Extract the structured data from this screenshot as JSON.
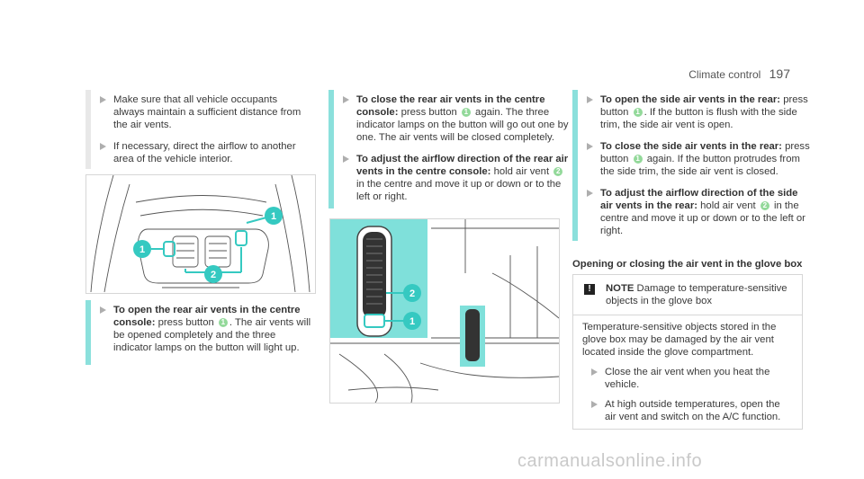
{
  "header": {
    "section": "Climate control",
    "page": "197"
  },
  "col1": {
    "items": [
      {
        "text": "Make sure that all vehicle occupants always maintain a sufficient distance from the air vents."
      },
      {
        "text": "If necessary, direct the airflow to another area of the vehicle interior."
      }
    ],
    "callouts": [
      "1",
      "1",
      "2"
    ],
    "step": {
      "title": "To open the rear air vents in the centre console:",
      "before": "press button",
      "num": "1",
      "after": ". The air vents will be opened completely and the three indicator lamps on the button will light up."
    }
  },
  "col2": {
    "steps": [
      {
        "title": "To close the rear air vents in the centre console:",
        "before": "press button",
        "num": "1",
        "after": "again. The three indicator lamps on the button will go out one by one. The air vents will be closed completely."
      },
      {
        "title": "To adjust the airflow direction of the rear air vents in the centre console:",
        "before": "hold air vent",
        "num": "2",
        "after": "in the centre and move it up or down or to the left or right."
      }
    ],
    "callouts": [
      "2",
      "1"
    ]
  },
  "col3": {
    "steps": [
      {
        "title": "To open the side air vents in the rear:",
        "before": "press button",
        "num": "1",
        "after": ". If the button is flush with the side trim, the side air vent is open."
      },
      {
        "title": "To close the side air vents in the rear:",
        "before": "press button",
        "num": "1",
        "after": "again. If the button protrudes from the side trim, the side air vent is closed."
      },
      {
        "title": "To adjust the airflow direction of the side air vents in the rear:",
        "before": "hold air vent",
        "num": "2",
        "after": "in the centre and move it up or down or to the left or right."
      }
    ],
    "subheading": "Opening or closing the air vent in the glove box",
    "note": {
      "label": "NOTE",
      "title": "Damage to temperature-sensitive objects in the glove box",
      "intro": "Temperature-sensitive objects stored in the glove box may be damaged by the air vent located inside the glove compartment.",
      "items": [
        {
          "text": "Close the air vent when you heat the vehicle."
        },
        {
          "text": "At high outside temperatures, open the air vent and switch on the A/C function."
        }
      ]
    }
  },
  "watermark": "carmanualsonline.info",
  "colors": {
    "accent_bar": "#8be0dc",
    "callout": "#93d99a",
    "highlight": "#35c9c1"
  }
}
